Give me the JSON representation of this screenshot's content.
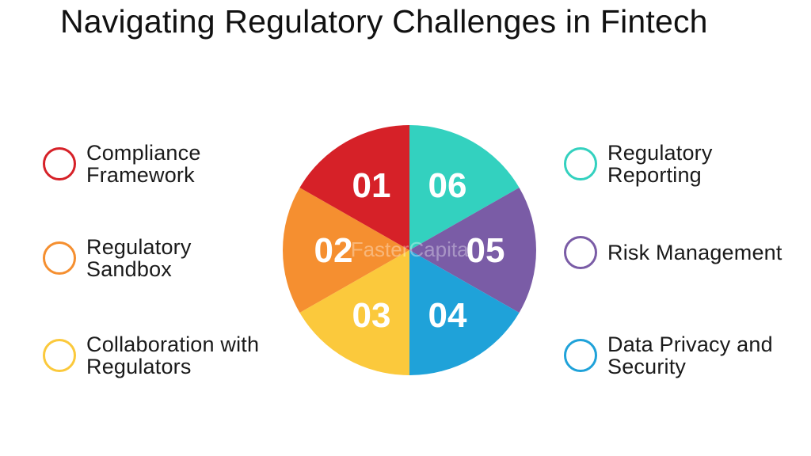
{
  "title": "Navigating Regulatory Challenges in Fintech",
  "watermark": "FasterCapital",
  "segments": [
    {
      "number": "01",
      "label": "Compliance\nFramework",
      "color": "#d62128"
    },
    {
      "number": "02",
      "label": "Regulatory\nSandbox",
      "color": "#f58f30"
    },
    {
      "number": "03",
      "label": "Collaboration with\nRegulators",
      "color": "#fbc93c"
    },
    {
      "number": "04",
      "label": "Data Privacy and\nSecurity",
      "color": "#1fa2d9"
    },
    {
      "number": "05",
      "label": "Risk Management",
      "color": "#7a5ca6"
    },
    {
      "number": "06",
      "label": "Regulatory\nReporting",
      "color": "#33d1bf"
    }
  ]
}
